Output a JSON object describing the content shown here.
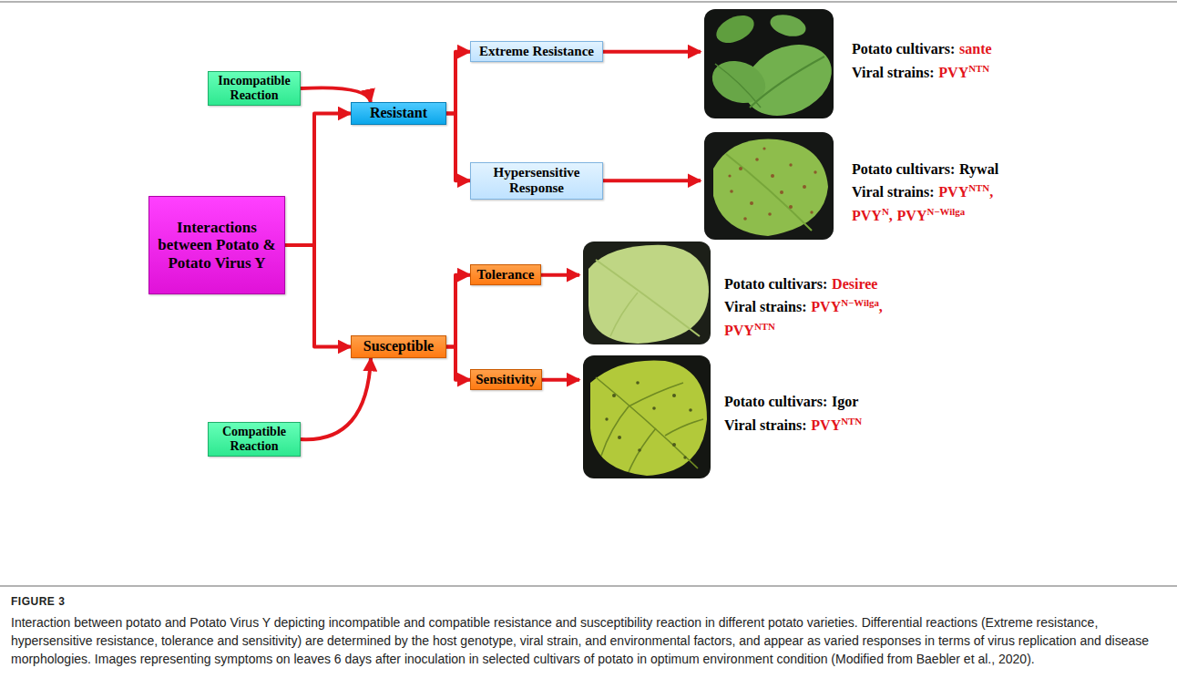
{
  "diagram": {
    "caption": "Interaction between potato and Potato Virus Y depicting incompatible and compatible resistance and susceptibility reaction in different potato varieties. Differential reactions (Extreme resistance, hypersensitive resistance, tolerance and sensitivity) are determined by the host genotype, viral strain, and environmental factors, and appear as varied responses in terms of virus replication and disease morphologies. Images representing symptoms on leaves 6 days after inoculation in selected cultivars of potato in optimum environment condition (Modified from Baebler et al., 2020).",
    "nodes": [
      {
        "text": [
          "Interactions between Potato & Potato Virus Y"
        ]
      },
      {
        "text": [
          "Incompatible Reaction"
        ]
      },
      {
        "text": [
          "Resistant"
        ]
      },
      {
        "text": [
          "Extreme Resistance"
        ]
      },
      {
        "text": [
          "Hypersensitive Response"
        ]
      },
      {
        "text": [
          "Compatible Reaction"
        ]
      },
      {
        "text": [
          "Susceptible"
        ]
      },
      {
        "text": [
          "Tolerance"
        ]
      },
      {
        "text": [
          "Sensitivity"
        ]
      }
    ],
    "edges": [
      {
        "from": 1,
        "to": 2,
        "arrow": "to"
      },
      {
        "from": 0,
        "to": 2,
        "arrow": "to"
      },
      {
        "from": 0,
        "to": 6,
        "arrow": "to"
      },
      {
        "from": 2,
        "to": 3,
        "arrow": "to"
      },
      {
        "from": 2,
        "to": 4,
        "arrow": "to"
      },
      {
        "from": 5,
        "to": 6,
        "arrow": "to"
      },
      {
        "from": 6,
        "to": 7,
        "arrow": "to"
      },
      {
        "from": 6,
        "to": 8,
        "arrow": "to"
      }
    ],
    "labels": [
      "Potato cultivars:",
      "sante",
      "Viral strains:",
      "PVY",
      "NTN",
      "Potato cultivars:",
      "Rywal",
      "Viral strains:",
      "PVY",
      "NTN",
      ",",
      "PVY",
      "N",
      ",",
      "PVY",
      "N−Wilga",
      "Potato cultivars:",
      "Desiree",
      "Viral strains:",
      "PVY",
      "N−Wilga",
      ",",
      "PVY",
      "NTN",
      "Potato cultivars:",
      "Igor",
      "Viral strains:",
      "PVY",
      "NTN",
      "FIGURE 3"
    ]
  }
}
